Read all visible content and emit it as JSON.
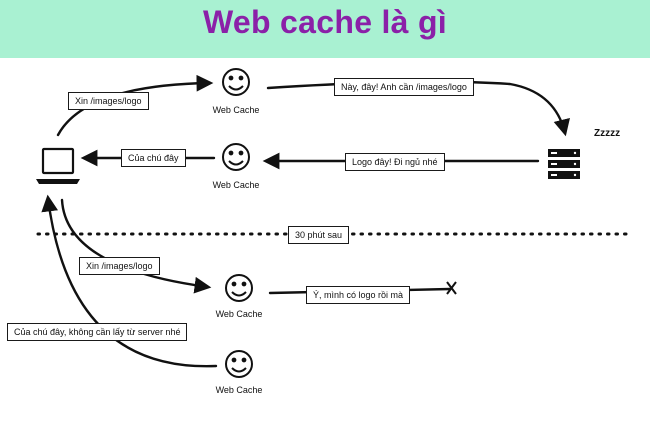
{
  "title": "Web cache là gì",
  "nodes": {
    "cache_caption": "Web Cache",
    "server_status": "Zzzzz"
  },
  "messages": {
    "request_1": "Xin /images/logo",
    "cache_to_server": "Này, đây! Anh cần /images/logo",
    "server_reply": "Logo đây! Đi ngủ nhé",
    "cache_to_client": "Của chú đây",
    "separator": "30 phút sau",
    "request_2": "Xin /images/logo",
    "cache_internal": "Ý, mình có logo rồi mà",
    "cached_reply": "Của chú đây, không cần lấy từ server nhé"
  }
}
